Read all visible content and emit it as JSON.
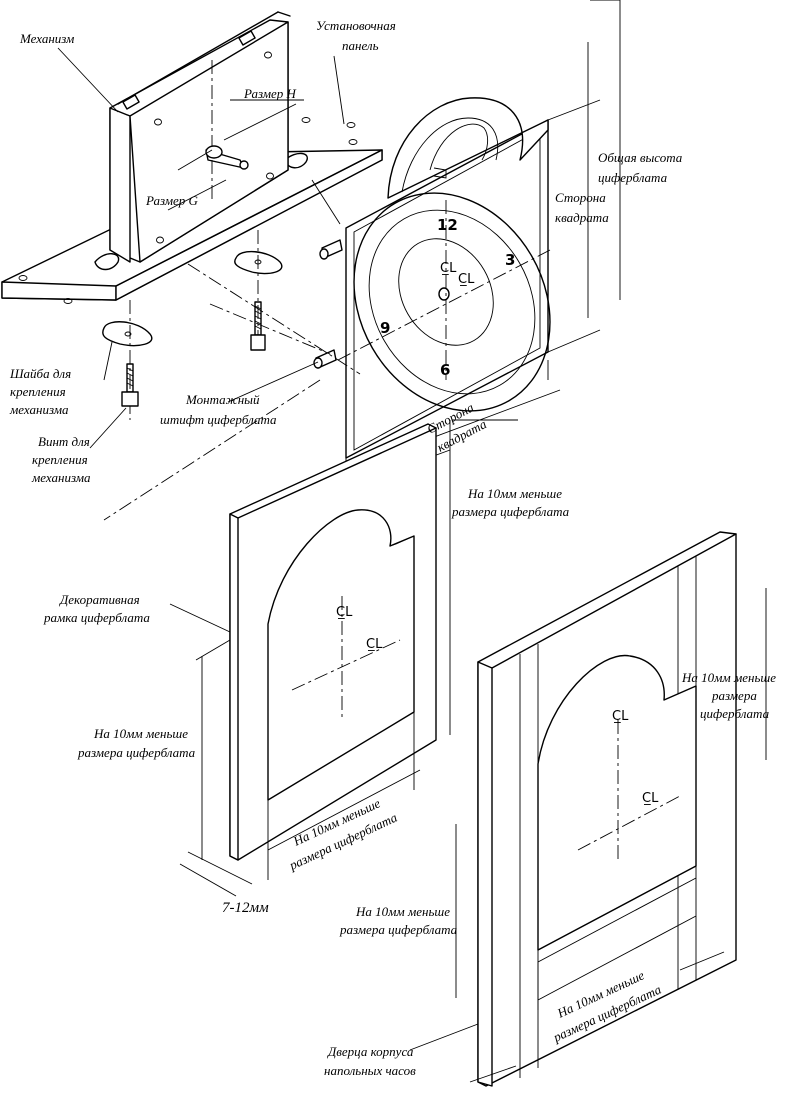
{
  "labels": {
    "mechanism": "Механизм",
    "mount_panel_1": "Установочная",
    "mount_panel_2": "панель",
    "size_h": "Размер H",
    "size_g": "Размер G",
    "total_height_1": "Общая высота",
    "total_height_2": "циферблата",
    "square_side_right_1": "Сторона",
    "square_side_right_2": "квадрата",
    "square_side_bottom_1": "Сторона",
    "square_side_bottom_2": "квадрата",
    "washer_1": "Шайба для",
    "washer_2": "крепления",
    "washer_3": "механизма",
    "screw_1": "Винт для",
    "screw_2": "крепления",
    "screw_3": "механизма",
    "pin_1": "Монтажный",
    "pin_2": "штифт циферблата",
    "less10_top_1": "На 10мм меньше",
    "less10_top_2": "размера циферблата",
    "deco_frame_1": "Декоративная",
    "deco_frame_2": "рамка циферблата",
    "less10_left_1": "На 10мм меньше",
    "less10_left_2": "размера циферблата",
    "less10_frame_bottom_1": "На 10мм меньше",
    "less10_frame_bottom_2": "размера циферблата",
    "thickness": "7-12мм",
    "less10_door_right_1": "На 10мм меньше",
    "less10_door_right_2": "размера",
    "less10_door_right_3": "циферблата",
    "less10_door_left_1": "На 10мм меньше",
    "less10_door_left_2": "размера циферблата",
    "less10_door_bottom_1": "На 10мм меньше",
    "less10_door_bottom_2": "размера циферблата",
    "door_1": "Дверца корпуса",
    "door_2": "напольных часов"
  },
  "dial_numbers": {
    "n12": "12",
    "n3": "3",
    "n6": "6",
    "n9": "9"
  },
  "centerline_mark": "C̲L"
}
